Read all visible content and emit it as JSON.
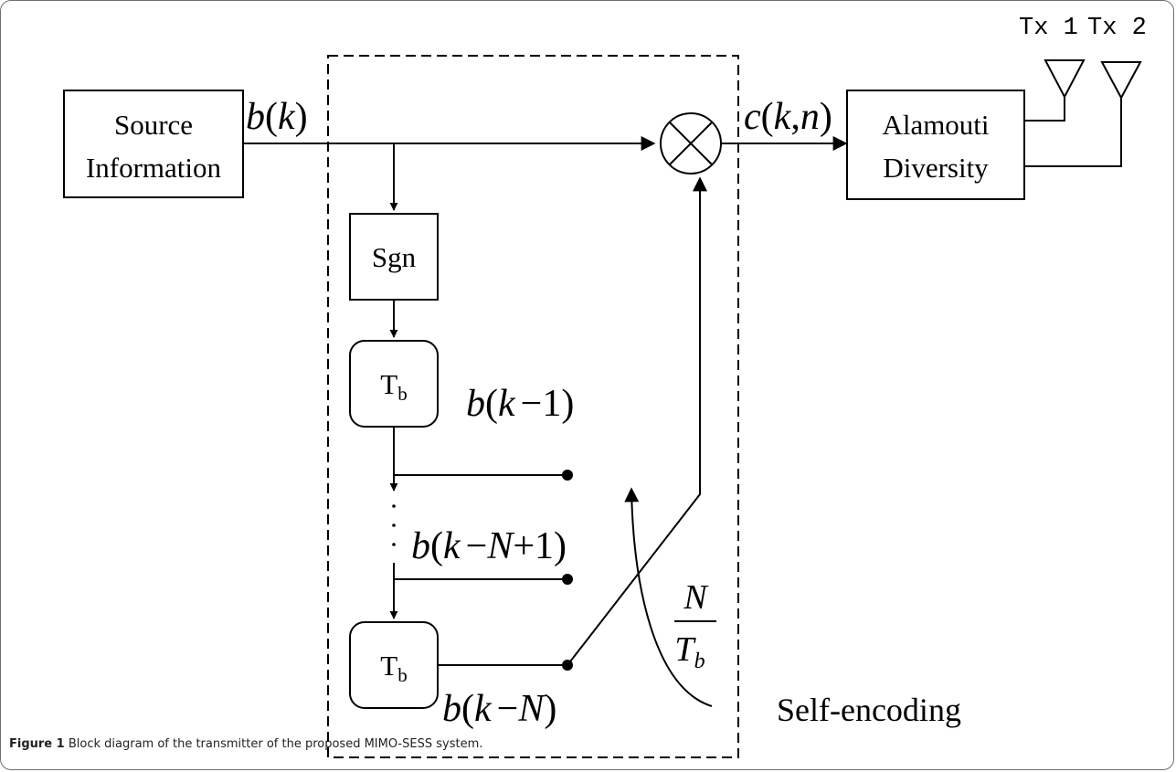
{
  "blocks": {
    "source_line1": "Source",
    "source_line2": "Information",
    "sgn": "Sgn",
    "delay1_main": "T",
    "delay1_sub": "b",
    "delay2_main": "T",
    "delay2_sub": "b",
    "alamouti_line1": "Alamouti",
    "alamouti_line2": "Diversity",
    "self_encoding": "Self-encoding"
  },
  "antennas": {
    "tx1": "Tx 1",
    "tx2": "Tx 2"
  },
  "signals": {
    "bk_b": "b",
    "bk_open": "(",
    "bk_k": "k",
    "bk_close": ")",
    "ckn_c": "c",
    "ckn_open": "(",
    "ckn_k": "k",
    "ckn_comma": ",",
    "ckn_n": "n",
    "ckn_close": ")",
    "bk1_b": "b",
    "bk1_open": "(",
    "bk1_k": "k",
    "bk1_rest": "−1)",
    "bkn1_b": "b",
    "bkn1_open": "(",
    "bkn1_k": "k",
    "bkn1_minus": "−",
    "bkn1_n": "N",
    "bkn1_rest": "+1)",
    "bkn_b": "b",
    "bkn_open": "(",
    "bkn_k": "k",
    "bkn_minus": "−",
    "bkn_n": "N",
    "bkn_close": ")",
    "rate_num": "N",
    "rate_den_main": "T",
    "rate_den_sub": "b"
  },
  "caption": {
    "label": "Figure 1",
    "text": "Block diagram of the transmitter of the proposed MIMO-SESS system",
    "end": "."
  }
}
